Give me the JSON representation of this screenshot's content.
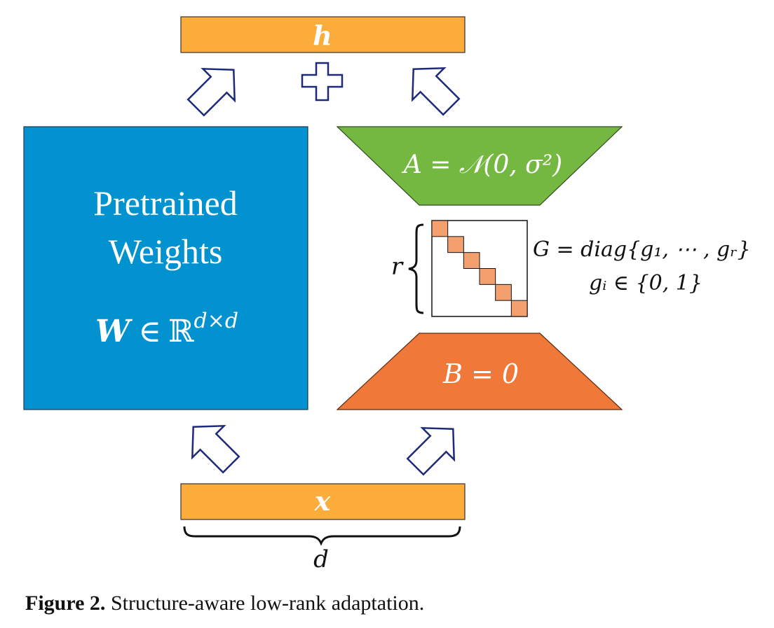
{
  "colors": {
    "bar": "#fbac3a",
    "weights": "#0292d0",
    "a_block": "#74b842",
    "b_block": "#f07838",
    "diag_cell": "#f4a06e",
    "arrow_stroke": "#1d2a7a",
    "text_dark": "#111111",
    "text_light": "#ffffff"
  },
  "icons": {
    "plus": "plus-icon",
    "arrow": "outline-arrow-icon",
    "brace": "curly-brace-icon"
  },
  "output_bar": {
    "symbol": "h"
  },
  "input_bar": {
    "symbol": "x"
  },
  "dim_label": "d",
  "weights": {
    "line1": "Pretrained",
    "line2": "Weights",
    "formula_symbol": "W",
    "formula_in": "∈",
    "formula_set": "ℝ",
    "formula_exp": "d×d"
  },
  "a_block": {
    "label": "A = 𝒩(0, σ²)"
  },
  "b_block": {
    "label": "B = 0"
  },
  "rank_label": "r",
  "gate": {
    "matrix_size": 6,
    "line1": "G = diag{g₁, ⋯ , gᵣ}",
    "line2": "gᵢ ∈ {0, 1}"
  },
  "caption": {
    "label": "Figure 2.",
    "text": " Structure-aware low-rank adaptation."
  }
}
